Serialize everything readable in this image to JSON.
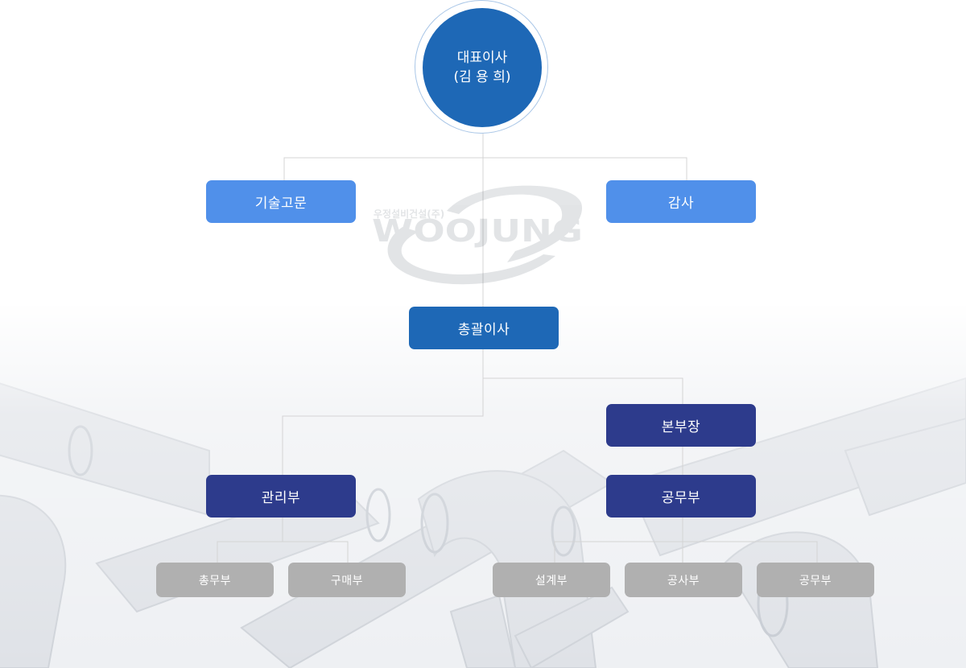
{
  "ceo": {
    "title": "대표이사",
    "name": "(김 용 희)"
  },
  "advisor": "기술고문",
  "audit": "감사",
  "watermark": {
    "company_kr": "우정설비건설(주)",
    "company_en": "WOOJUNG"
  },
  "gm": "총괄이사",
  "hq_head": "본부장",
  "admin_dept": "관리부",
  "works_dept": "공무부",
  "teams": {
    "general_affairs": "총무부",
    "purchasing": "구매부",
    "design": "설계부",
    "construction": "공사부",
    "public_works": "공무부"
  },
  "colors": {
    "primary": "#1e68b6",
    "light": "#5090ea",
    "navy": "#2d3b8c",
    "gray": "#b0b0b0",
    "line": "#d4d4d4"
  }
}
